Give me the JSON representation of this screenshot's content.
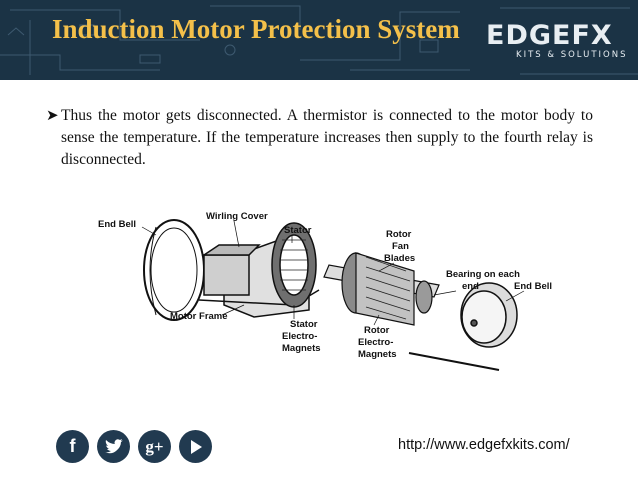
{
  "slide": {
    "title": "Induction Motor Protection System",
    "logo": {
      "mark": "EDGEFX",
      "tagline": "KITS & SOLUTIONS"
    },
    "bullet_text": "Thus the motor gets disconnected. A thermistor is connected to the motor body to sense the temperature. If the temperature increases then supply to the fourth relay is disconnected.",
    "diagram_labels": {
      "end_bell_left": "End Bell",
      "wirling_cover": "Wirling Cover",
      "stator": "Stator",
      "rotor_fan_blades": [
        "Rotor",
        "Fan",
        "Blades"
      ],
      "bearing": [
        "Bearing on each",
        "end"
      ],
      "end_bell_right": "End Bell",
      "motor_frame": "Motor Frame",
      "stator_magnets": [
        "Stator",
        "Electro-",
        "Magnets"
      ],
      "rotor_magnets": [
        "Rotor",
        "Electro-",
        "Magnets"
      ]
    },
    "footer": {
      "social_icons": [
        "facebook-icon",
        "twitter-icon",
        "google-plus-icon",
        "youtube-play-icon"
      ],
      "google_plus_glyph": "g+",
      "url": "http://www.edgefxkits.com/"
    }
  }
}
